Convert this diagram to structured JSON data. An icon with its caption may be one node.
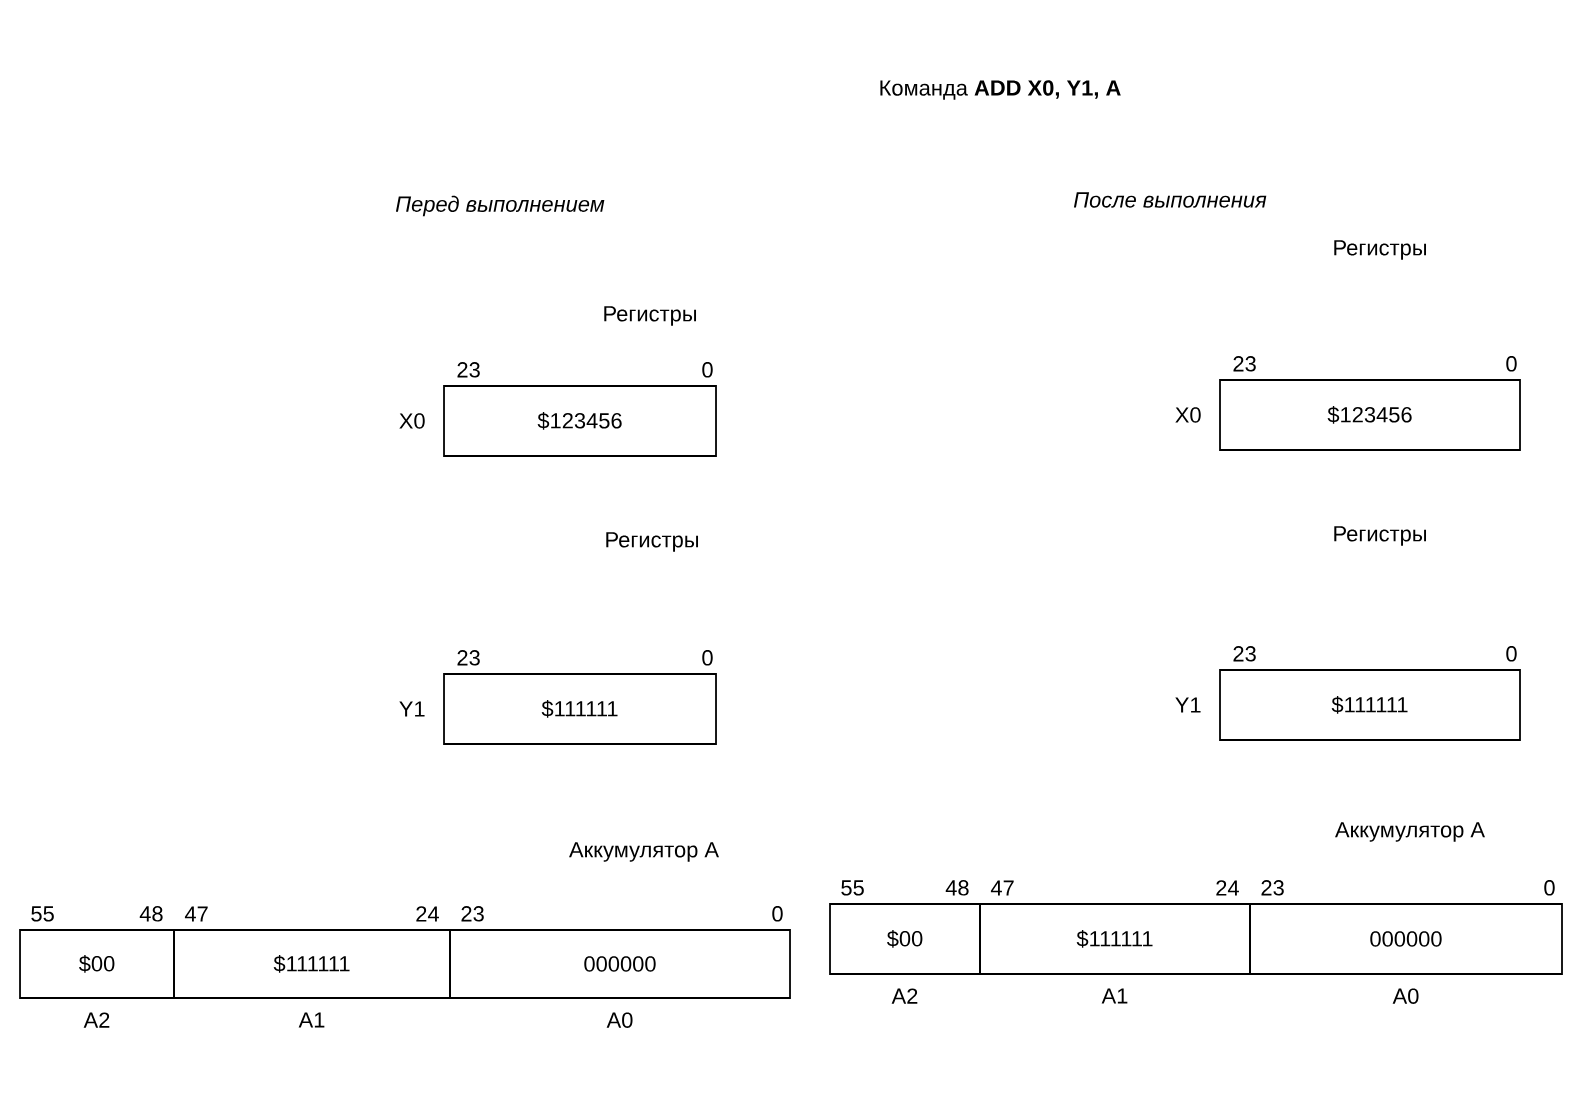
{
  "diagram": {
    "title": "Команда **ADD X0, Y1, A**",
    "nodes": [
      {
        "text": [
          "$123456"
        ],
        "beside": [
          "23",
          "0",
          "X0"
        ]
      },
      {
        "text": [
          "$111111"
        ],
        "beside": [
          "23",
          "0",
          "Y1"
        ]
      },
      {
        "text": [
          "$00"
        ],
        "beside": [
          "55",
          "48",
          "A2"
        ]
      },
      {
        "text": [
          "$111111"
        ],
        "beside": [
          "47",
          "24",
          "A1"
        ]
      },
      {
        "text": [
          "000000"
        ],
        "beside": [
          "23",
          "0",
          "A0"
        ]
      },
      {
        "text": [
          "$123456"
        ],
        "beside": [
          "23",
          "0",
          "X0"
        ]
      },
      {
        "text": [
          "$111111"
        ],
        "beside": [
          "23",
          "0",
          "Y1"
        ]
      },
      {
        "text": [
          "$00"
        ],
        "beside": [
          "55",
          "48",
          "A2"
        ]
      },
      {
        "text": [
          "$111111"
        ],
        "beside": [
          "47",
          "24",
          "A1"
        ]
      },
      {
        "text": [
          "000000"
        ],
        "beside": [
          "23",
          "0",
          "A0"
        ]
      }
    ],
    "labels": [
      "Перед выполнением",
      "После выполнения",
      "Регистры",
      "Регистры",
      "Регистры",
      "Регистры",
      "Аккумулятор A",
      "Аккумулятор A"
    ]
  }
}
